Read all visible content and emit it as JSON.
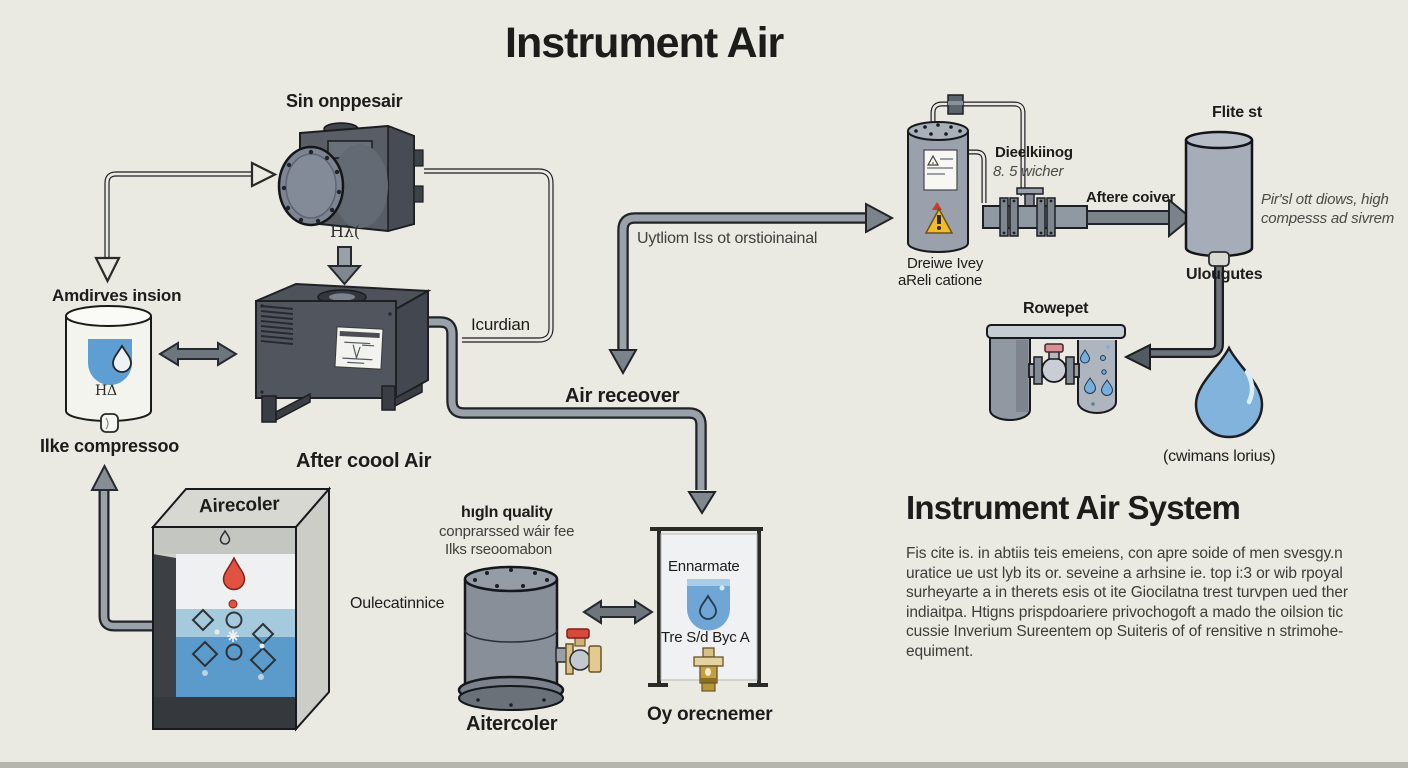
{
  "title": "Instrument Air",
  "labels": {
    "compressor": "Sin onppesair",
    "compressor_symbol": "Hλ(",
    "ambient_intake": "Amdirves insion",
    "ambient_tank_symbol": "HΔ",
    "intake_compressor": "Ilke compressoo",
    "after_cool_air": "After coool Air",
    "icurdian": "Icurdian",
    "utility_line": "Uytliom Iss ot orstioinainal",
    "air_receiver": "Air receover",
    "aircooler_box": "Airecoler",
    "high_quality_1": "hıgln quality",
    "high_quality_2": "conprarssed wáir fee",
    "high_quality_3": "Ilks rseoomabon",
    "oulecatinnice": "Oulecatinnice",
    "aftercooler_vessel": "Aitercoler",
    "ennarmate": "Ennarmate",
    "tre_sd_byc": "Tre S/d Byc A",
    "oy_orecnemer": "Oy orecnemer",
    "dryer_name": "Dieelkiinog",
    "dryer_sub": "8. 5 wicher",
    "after_receiver": "Aftere coiver",
    "drain_1": "Dreiwe Ivey",
    "drain_2": "aReli catione",
    "filter": "Flite st",
    "filter_note_1": "Pir'sl ott diows, high",
    "filter_note_2": "compesss ad sivrem",
    "ulougutes": "Ulougutes",
    "rowepet": "Rowepet",
    "cwimans": "(cwimans lorius)"
  },
  "info_panel": {
    "heading": "Instrument Air System",
    "lines": [
      "Fis cite is. in abtiis teis emeiens, con apre soide of men svesgy.n",
      "uratice ue ust lyb its or. seveine a arhsine ie. top i:3 or wib rpoyal",
      "surheyarte a in therets esis ot ite Giocilatna trest turvpen ued ther",
      "indiaitpa. Htigns prispdoariere privochogoft a mado the oilsion tic",
      "cussie Inverium Sureentem op Suiteris of of rensitive n strimohe-",
      "equiment."
    ]
  },
  "colors": {
    "background": "#eae9e2",
    "pipe_gray": "#9aa1a9",
    "machine_dark": "#50555e",
    "tank_gray": "#9aa1ac",
    "water_blue": "#6fa6d6",
    "droplet_blue": "#82b3dd",
    "warning_yellow": "#f2b62c",
    "alert_red": "#e25243",
    "brass": "#d9c08a"
  }
}
